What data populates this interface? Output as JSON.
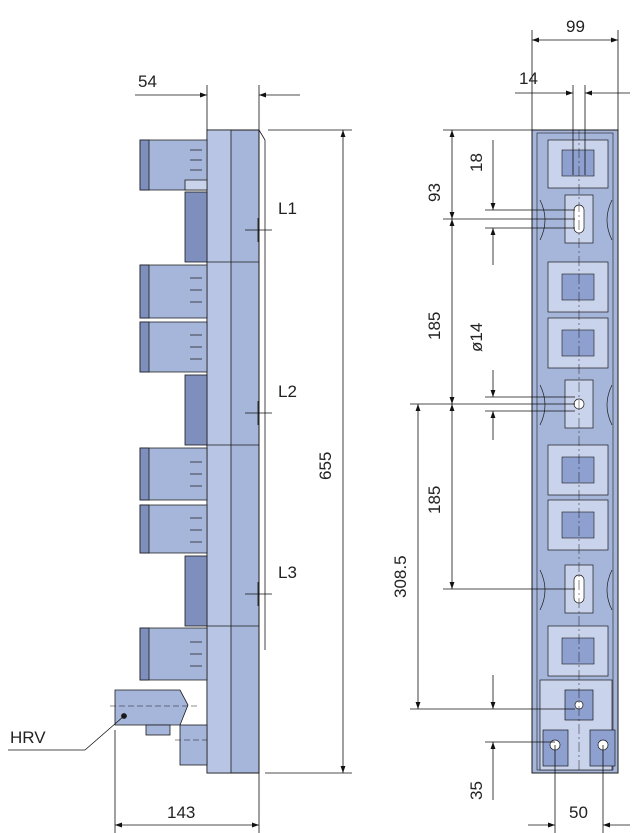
{
  "colors": {
    "body_fill": "#a6b6db",
    "body_dark": "#7e8ebd",
    "body_light": "#c9d3ec",
    "outline": "#1a1a1a",
    "dimension": "#111111",
    "background": "#ffffff"
  },
  "side_view": {
    "top_width": "54",
    "height": "655",
    "bottom_width": "143",
    "phase_labels": [
      "L1",
      "L2",
      "L3"
    ],
    "terminal_label": "HRV"
  },
  "front_view": {
    "overall_width": "99",
    "offset_width": "14",
    "first_pitch": "93",
    "slot_height": "18",
    "pitch_1": "185",
    "hole_diameter": "ø14",
    "pitch_2": "185",
    "lower_offset": "308.5",
    "bottom_offset": "35",
    "bottom_width": "50"
  }
}
